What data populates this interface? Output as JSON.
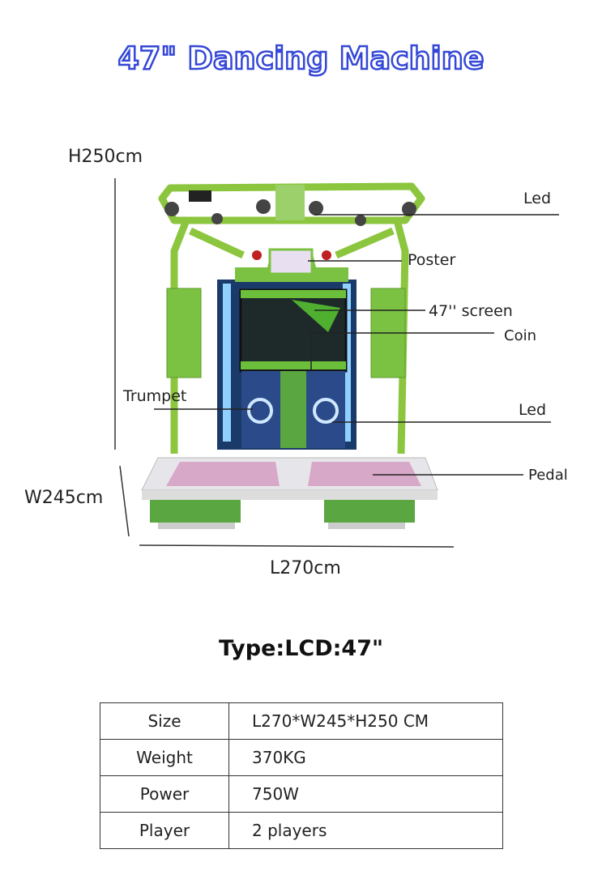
{
  "title": "47\" Dancing Machine",
  "dimensions": {
    "height": "H250cm",
    "width": "W245cm",
    "length": "L270cm"
  },
  "callouts": {
    "led_top": "Led",
    "poster": "Poster",
    "screen": "47'' screen",
    "coin": "Coin",
    "trumpet": "Trumpet",
    "led_bottom": "Led",
    "pedal": "Pedal"
  },
  "type_heading": "Type:LCD:47\"",
  "specs": [
    {
      "key": "Size",
      "value": "L270*W245*H250 CM"
    },
    {
      "key": "Weight",
      "value": "370KG"
    },
    {
      "key": "Power",
      "value": "750W"
    },
    {
      "key": "Player",
      "value": "2 players"
    }
  ],
  "colors": {
    "title_outline": "#3447d6",
    "frame_green": "#8cc63f"
  }
}
